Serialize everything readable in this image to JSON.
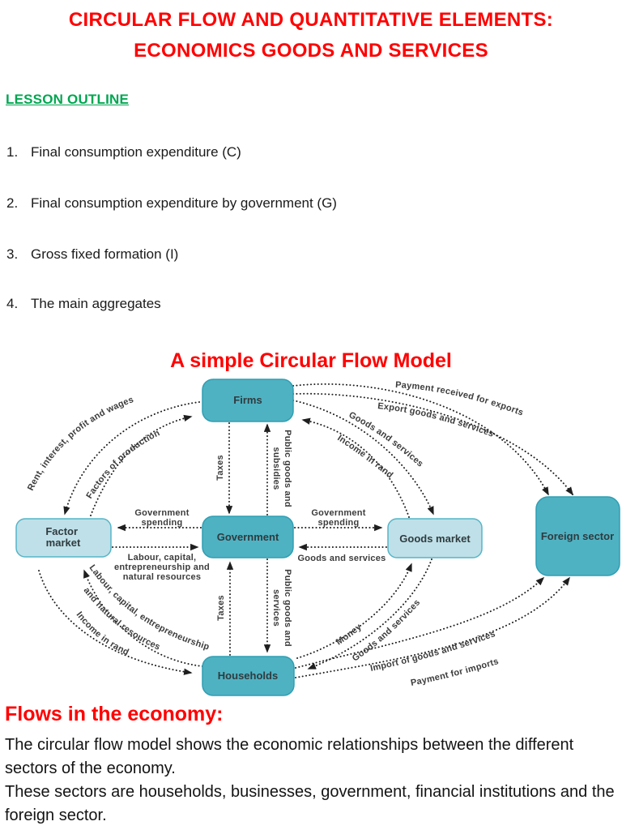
{
  "page": {
    "title_line1": "CIRCULAR FLOW AND QUANTITATIVE ELEMENTS:",
    "title_line2": "ECONOMICS GOODS AND SERVICES",
    "lesson_outline_heading": "LESSON OUTLINE",
    "outline_items": [
      {
        "number": "1.",
        "text": "Final consumption expenditure (C)"
      },
      {
        "number": "2.",
        "text": "Final consumption expenditure by government (G)"
      },
      {
        "number": "3.",
        "text": "Gross fixed formation (I)"
      },
      {
        "number": "4.",
        "text": "The main aggregates"
      }
    ],
    "diagram_title": "A simple Circular Flow Model",
    "flows_heading": "Flows in the economy:",
    "paragraph1": "The circular flow model shows the economic relationships between the different sectors of the economy.",
    "paragraph2": "These sectors are households, businesses, government, financial institutions and the foreign sector."
  },
  "diagram": {
    "nodes": {
      "firms": "Firms",
      "factor_market_line1": "Factor",
      "factor_market_line2": "market",
      "government": "Government",
      "goods_market": "Goods market",
      "foreign_sector": "Foreign sector",
      "households": "Households"
    },
    "labels": {
      "rent_interest": "Rent, interest, profit and wages",
      "factors_production": "Factors of production",
      "taxes_top": "Taxes",
      "public_subsidies": [
        "Public goods and",
        "subsidies"
      ],
      "gov_spending_left": [
        "Government",
        "spending"
      ],
      "labour_horizontal": [
        "Labour, capital,",
        "entrepreneurship and",
        "natural resources"
      ],
      "gov_spending_right": [
        "Government",
        "spending"
      ],
      "goods_services_to_gov": "Goods and services",
      "taxes_bottom": "Taxes",
      "public_services": [
        "Public goods and",
        "services"
      ],
      "labour_curved_line1": "Labour, capital, entrepreneurship",
      "labour_curved_line2": "and natural resources",
      "income_in_rand_left": "Income in rand",
      "money": "Money",
      "goods_services_to_households": "Goods and services",
      "goods_services_to_goods_market": "Goods and services",
      "income_in_rand_right": "Income in rand",
      "payment_received_exports": "Payment received for exports",
      "export_goods_services": "Export goods and services",
      "import_goods_services": "Import of goods and services",
      "payment_for_imports": "Payment for imports"
    },
    "colors": {
      "accent_red": "#FF0000",
      "heading_green": "#00A651",
      "node_teal": "#4FB2C2",
      "node_teal_border": "#2E9FB4",
      "node_light": "#BFE0E8",
      "node_light_border": "#55B5C8",
      "arrow_color": "#1F1F1F",
      "label_color": "#3C3C3C"
    }
  }
}
